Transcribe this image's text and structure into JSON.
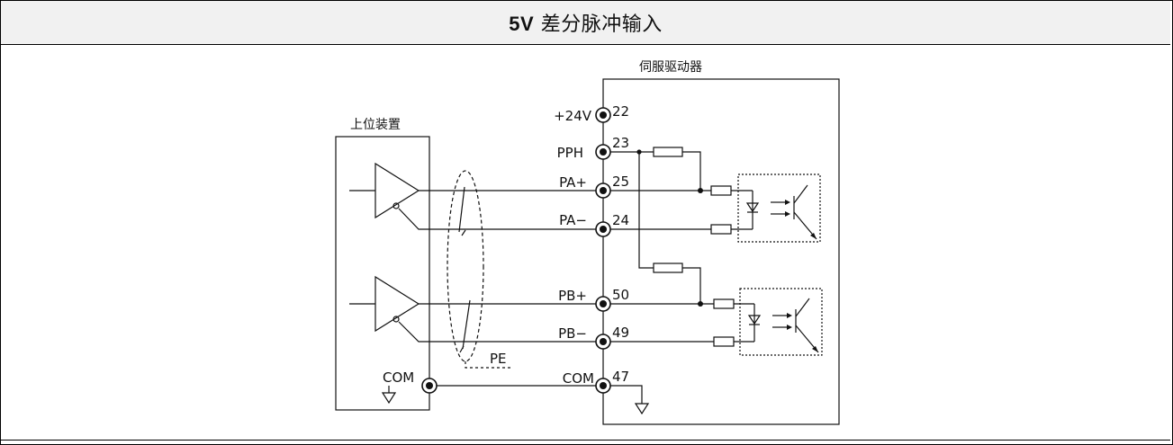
{
  "header": {
    "title_bold": "5V",
    "title_rest": " 差分脉冲输入"
  },
  "host": {
    "title": "上位装置",
    "com_label": "COM"
  },
  "driver": {
    "title": "伺服驱动器",
    "terminals": [
      {
        "signal": "+24V",
        "pin": "22"
      },
      {
        "signal": "PPH",
        "pin": "23"
      },
      {
        "signal": "PA+",
        "pin": "25"
      },
      {
        "signal": "PA−",
        "pin": "24"
      },
      {
        "signal": "PB+",
        "pin": "50"
      },
      {
        "signal": "PB−",
        "pin": "49"
      },
      {
        "signal": "COM",
        "pin": "47"
      }
    ]
  },
  "shield_label": "PE",
  "colors": {
    "line": "#111111",
    "header_bg": "#f1f1f1"
  }
}
